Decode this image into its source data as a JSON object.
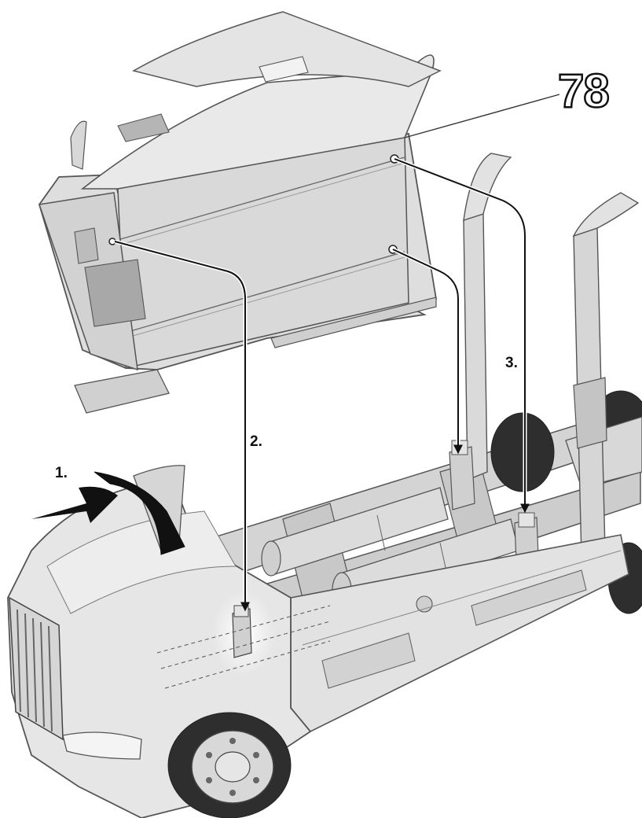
{
  "figure": {
    "number": "78"
  },
  "steps": [
    {
      "label": "1."
    },
    {
      "label": "2."
    },
    {
      "label": "3."
    }
  ],
  "colors": {
    "body_light": "#e6e6e6",
    "body_mid": "#d2d2d2",
    "body_dark": "#b4b4b4",
    "outline": "#555555",
    "arrow": "#111111",
    "wheel": "#2e2e2e"
  }
}
